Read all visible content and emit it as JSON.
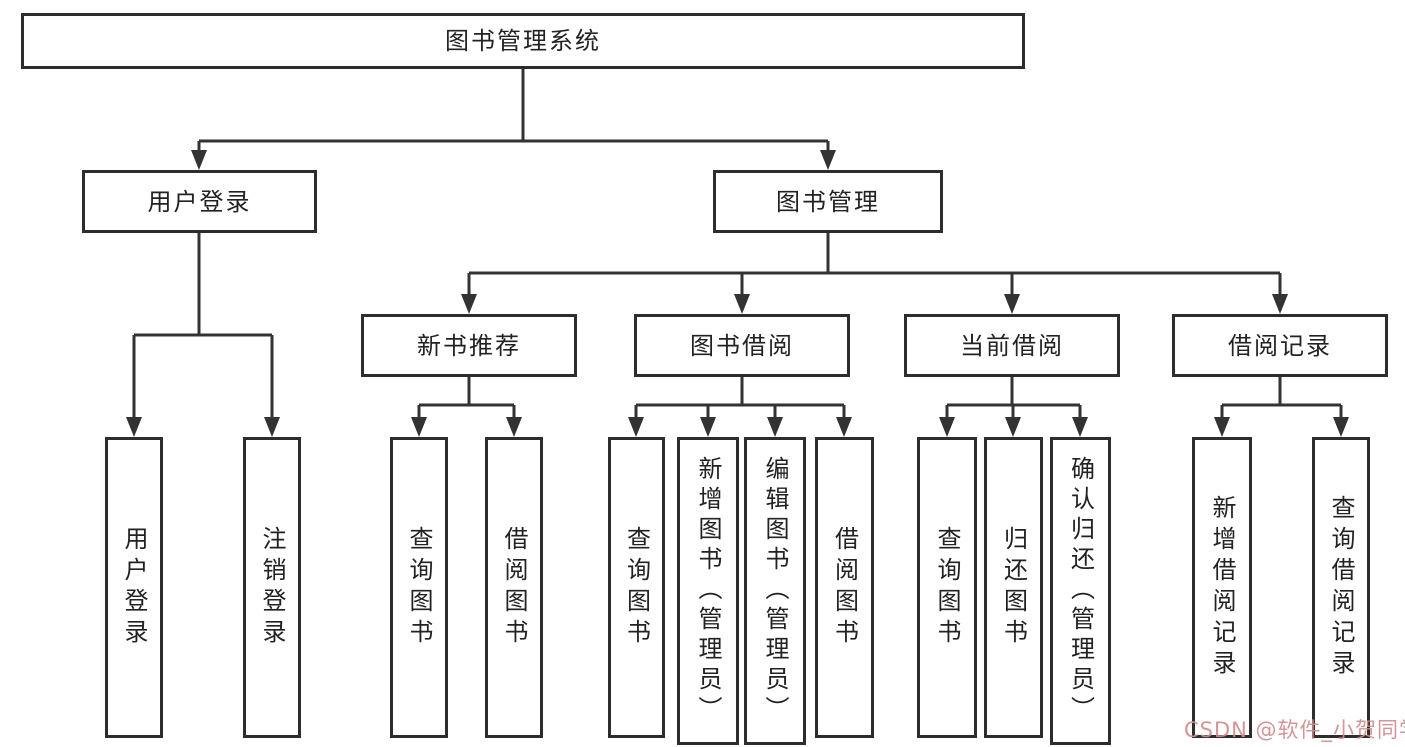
{
  "diagram": {
    "root": {
      "label": "图书管理系统",
      "children": [
        {
          "label": "用户登录",
          "children": [
            {
              "label": "用户登录"
            },
            {
              "label": "注销登录"
            }
          ]
        },
        {
          "label": "图书管理",
          "children": [
            {
              "label": "新书推荐",
              "children": [
                {
                  "label": "查询图书"
                },
                {
                  "label": "借阅图书"
                }
              ]
            },
            {
              "label": "图书借阅",
              "children": [
                {
                  "label": "查询图书"
                },
                {
                  "label": "新增图书（管理员）"
                },
                {
                  "label": "编辑图书（管理员）"
                },
                {
                  "label": "借阅图书"
                }
              ]
            },
            {
              "label": "当前借阅",
              "children": [
                {
                  "label": "查询图书"
                },
                {
                  "label": "归还图书"
                },
                {
                  "label": "确认归还（管理员）"
                }
              ]
            },
            {
              "label": "借阅记录",
              "children": [
                {
                  "label": "新增借阅记录"
                },
                {
                  "label": "查询借阅记录"
                }
              ]
            }
          ]
        }
      ]
    },
    "colors": {
      "line": "#333333",
      "box_border": "#2d2d2d",
      "box_fill": "#ffffff",
      "text": "#222222"
    }
  },
  "watermark": {
    "text": "CSDN @软件_小贺同学",
    "color": "#d08c8c"
  }
}
